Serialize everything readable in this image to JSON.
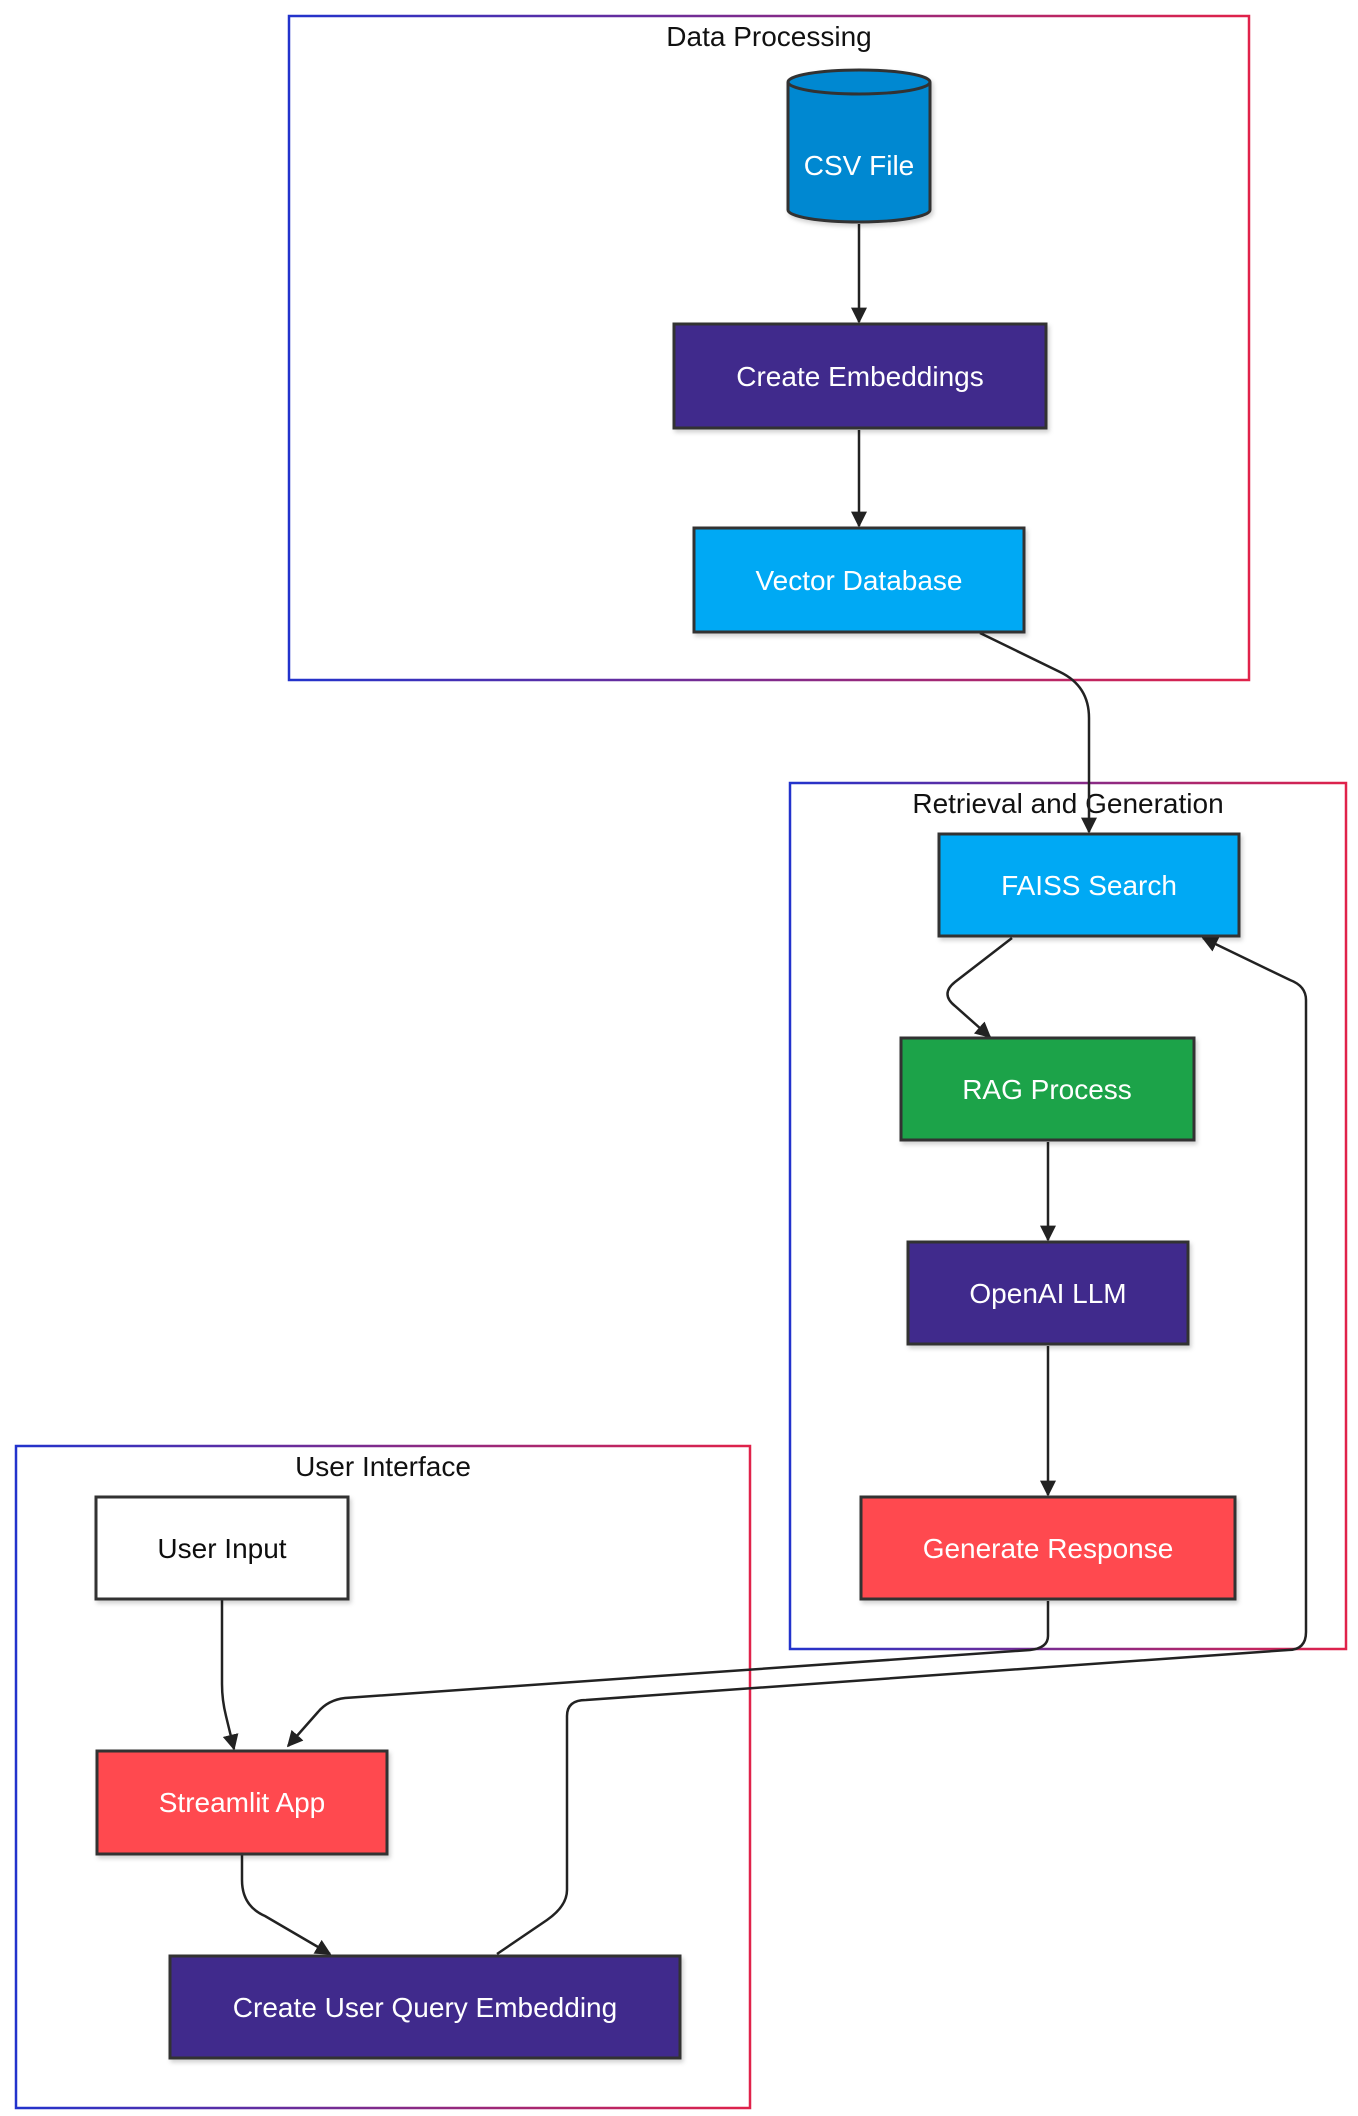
{
  "groups": {
    "data_processing": {
      "label": "Data Processing"
    },
    "retrieval_generation": {
      "label": "Retrieval and Generation"
    },
    "user_interface": {
      "label": "User Interface"
    }
  },
  "nodes": {
    "csv_file": {
      "label": "CSV File",
      "shape": "cylinder",
      "fill": "#0288d1",
      "text_color": "#ffffff"
    },
    "create_embeddings": {
      "label": "Create Embeddings",
      "fill": "#3f2a8c",
      "text_color": "#ffffff"
    },
    "vector_database": {
      "label": "Vector Database",
      "fill": "#03a9f4",
      "text_color": "#ffffff"
    },
    "faiss_search": {
      "label": "FAISS Search",
      "fill": "#03a9f4",
      "text_color": "#ffffff"
    },
    "rag_process": {
      "label": "RAG Process",
      "fill": "#1aa34a",
      "text_color": "#ffffff"
    },
    "openai_llm": {
      "label": "OpenAI LLM",
      "fill": "#3f2a8c",
      "text_color": "#ffffff"
    },
    "generate_response": {
      "label": "Generate Response",
      "fill": "#ff4a4f",
      "text_color": "#ffffff"
    },
    "user_input": {
      "label": "User Input",
      "fill": "#ffffff",
      "text_color": "#111111"
    },
    "streamlit_app": {
      "label": "Streamlit App",
      "fill": "#ff4a4f",
      "text_color": "#ffffff"
    },
    "create_user_query_embedding": {
      "label": "Create User Query Embedding",
      "fill": "#3f2a8c",
      "text_color": "#ffffff"
    }
  },
  "edges": [
    {
      "from": "csv_file",
      "to": "create_embeddings"
    },
    {
      "from": "create_embeddings",
      "to": "vector_database"
    },
    {
      "from": "vector_database",
      "to": "faiss_search"
    },
    {
      "from": "faiss_search",
      "to": "rag_process"
    },
    {
      "from": "rag_process",
      "to": "openai_llm"
    },
    {
      "from": "openai_llm",
      "to": "generate_response"
    },
    {
      "from": "generate_response",
      "to": "streamlit_app"
    },
    {
      "from": "user_input",
      "to": "streamlit_app"
    },
    {
      "from": "streamlit_app",
      "to": "create_user_query_embedding"
    },
    {
      "from": "create_user_query_embedding",
      "to": "faiss_search"
    }
  ],
  "colors": {
    "group_border_start": "#2233cc",
    "group_border_end": "#e0224a",
    "node_border": "#333333",
    "edge": "#222222"
  }
}
